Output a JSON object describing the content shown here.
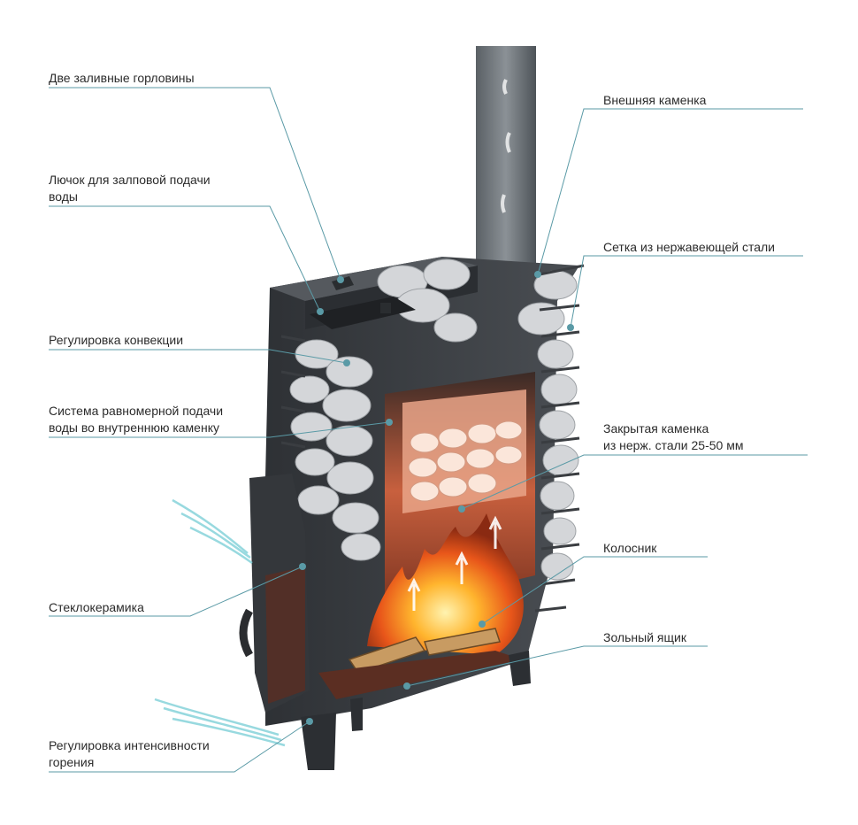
{
  "diagram": {
    "labels": {
      "fill_necks": "Две заливные горловины",
      "water_hatch": "Лючок для залповой подачи\nводы",
      "convection": "Регулировка конвекции",
      "water_system": "Система равномерной подачи\nводы во внутреннюю каменку",
      "glass_ceramic": "Стеклокерамика",
      "burn_control": "Регулировка интенсивности\nгорения",
      "outer_heater": "Внешняя каменка",
      "steel_mesh": "Сетка из нержавеющей стали",
      "closed_heater": "Закрытая каменка\nиз нерж. стали 25-50 мм",
      "grate": "Колосник",
      "ash_box": "Зольный ящик"
    },
    "colors": {
      "leader_line": "#5a9aa6",
      "stove_body": "#3c3f44",
      "stone": "#d4d6d9",
      "fire": "#f08a1e",
      "firebox_glow": "#a8452a",
      "chimney": "#6d7378",
      "airflow": "#7fd0d8"
    }
  }
}
